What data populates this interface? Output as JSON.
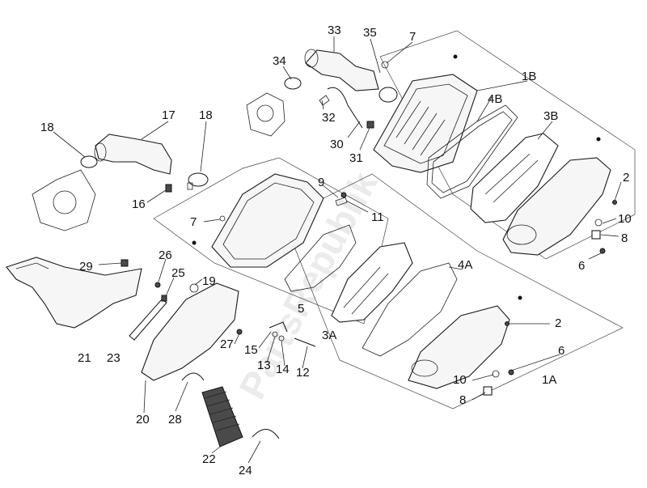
{
  "watermark": "PartsRepublik",
  "labels": [
    {
      "id": "33",
      "text": "33"
    },
    {
      "id": "35",
      "text": "35"
    },
    {
      "id": "7a",
      "text": "7"
    },
    {
      "id": "34",
      "text": "34"
    },
    {
      "id": "1B",
      "text": "1B"
    },
    {
      "id": "4B",
      "text": "4B"
    },
    {
      "id": "3B",
      "text": "3B"
    },
    {
      "id": "32",
      "text": "32"
    },
    {
      "id": "30",
      "text": "30"
    },
    {
      "id": "31",
      "text": "31"
    },
    {
      "id": "18a",
      "text": "18"
    },
    {
      "id": "17",
      "text": "17"
    },
    {
      "id": "18b",
      "text": "18"
    },
    {
      "id": "16",
      "text": "16"
    },
    {
      "id": "9",
      "text": "9"
    },
    {
      "id": "11",
      "text": "11"
    },
    {
      "id": "7b",
      "text": "7"
    },
    {
      "id": "2a",
      "text": "2"
    },
    {
      "id": "10a",
      "text": "10"
    },
    {
      "id": "8a",
      "text": "8"
    },
    {
      "id": "6a",
      "text": "6"
    },
    {
      "id": "29",
      "text": "29"
    },
    {
      "id": "26",
      "text": "26"
    },
    {
      "id": "25",
      "text": "25"
    },
    {
      "id": "19",
      "text": "19"
    },
    {
      "id": "4A",
      "text": "4A"
    },
    {
      "id": "5",
      "text": "5"
    },
    {
      "id": "3A",
      "text": "3A"
    },
    {
      "id": "2b",
      "text": "2"
    },
    {
      "id": "21",
      "text": "21"
    },
    {
      "id": "23",
      "text": "23"
    },
    {
      "id": "27",
      "text": "27"
    },
    {
      "id": "15",
      "text": "15"
    },
    {
      "id": "13",
      "text": "13"
    },
    {
      "id": "14",
      "text": "14"
    },
    {
      "id": "12",
      "text": "12"
    },
    {
      "id": "6b",
      "text": "6"
    },
    {
      "id": "10b",
      "text": "10"
    },
    {
      "id": "1A",
      "text": "1A"
    },
    {
      "id": "8b",
      "text": "8"
    },
    {
      "id": "20",
      "text": "20"
    },
    {
      "id": "28",
      "text": "28"
    },
    {
      "id": "22",
      "text": "22"
    },
    {
      "id": "24",
      "text": "24"
    }
  ]
}
